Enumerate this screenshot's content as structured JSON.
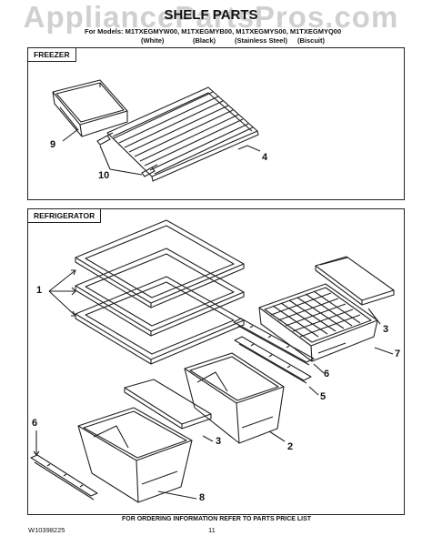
{
  "watermark": "AppliancePartsPros.com",
  "header": {
    "title": "SHELF PARTS",
    "models_line": "For Models: M1TXEGMYW00, M1TXEGMYB00, M1TXEGMYS00, M1TXEGMYQ00",
    "variants": [
      "(White)",
      "(Black)",
      "(Stainless Steel)",
      "(Biscuit)"
    ]
  },
  "sections": {
    "freezer": "FREEZER",
    "refrigerator": "REFRIGERATOR"
  },
  "callouts": {
    "c9": "9",
    "c10": "10",
    "c4": "4",
    "c1": "1",
    "c3a": "3",
    "c7": "7",
    "c6a": "6",
    "c5": "5",
    "c6b": "6",
    "c3b": "3",
    "c2": "2",
    "c8": "8"
  },
  "footer": {
    "ordering": "FOR ORDERING INFORMATION REFER TO PARTS PRICE LIST",
    "doc_number": "W10398225",
    "page": "11"
  }
}
